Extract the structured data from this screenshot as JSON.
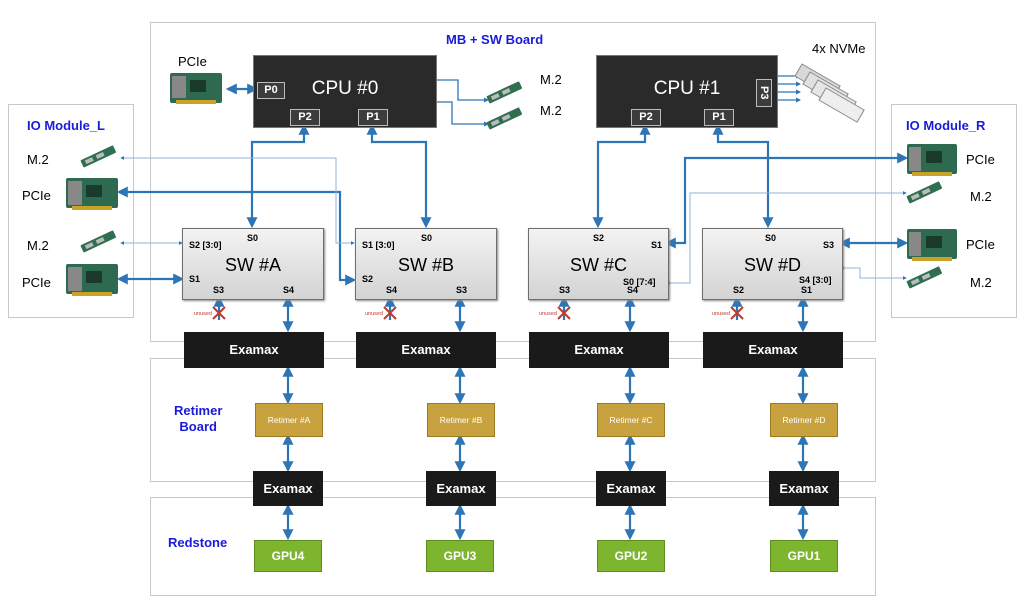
{
  "boards": {
    "mb": "MB + SW Board",
    "io_left": "IO Module_L",
    "io_right": "IO Module_R",
    "retimer": [
      "Retimer",
      "Board"
    ],
    "redstone": "Redstone"
  },
  "cpus": [
    {
      "name": "CPU #0",
      "ports": [
        "P0",
        "P2",
        "P1"
      ]
    },
    {
      "name": "CPU #1",
      "ports": [
        "P3",
        "P2",
        "P1"
      ]
    }
  ],
  "switches": [
    {
      "name": "SW #A",
      "ports": [
        "S0",
        "S2 [3:0]",
        "S1",
        "S3",
        "S4"
      ]
    },
    {
      "name": "SW #B",
      "ports": [
        "S0",
        "S1 [3:0]",
        "S2",
        "S4",
        "S3"
      ]
    },
    {
      "name": "SW #C",
      "ports": [
        "S2",
        "S1",
        "S0 [7:4]",
        "S3",
        "S4"
      ]
    },
    {
      "name": "SW #D",
      "ports": [
        "S0",
        "S3",
        "S4 [3:0]",
        "S2",
        "S1"
      ]
    }
  ],
  "examax_label": "Examax",
  "retimers": [
    "Retimer #A",
    "Retimer #B",
    "Retimer #C",
    "Retimer #D"
  ],
  "gpus": [
    "GPU4",
    "GPU3",
    "GPU2",
    "GPU1"
  ],
  "unused_label": "unused",
  "device_labels": {
    "pcie": "PCIe",
    "m2": "M.2",
    "nvme": "4x NVMe"
  },
  "colors": {
    "link": "#2e75b6",
    "title": "#1a1adb",
    "examax": "#1a1a1a",
    "retimer": "#c8a23e",
    "gpu": "#7db62e",
    "cpu": "#2a2a2a",
    "unused_x": "#c0392b"
  }
}
